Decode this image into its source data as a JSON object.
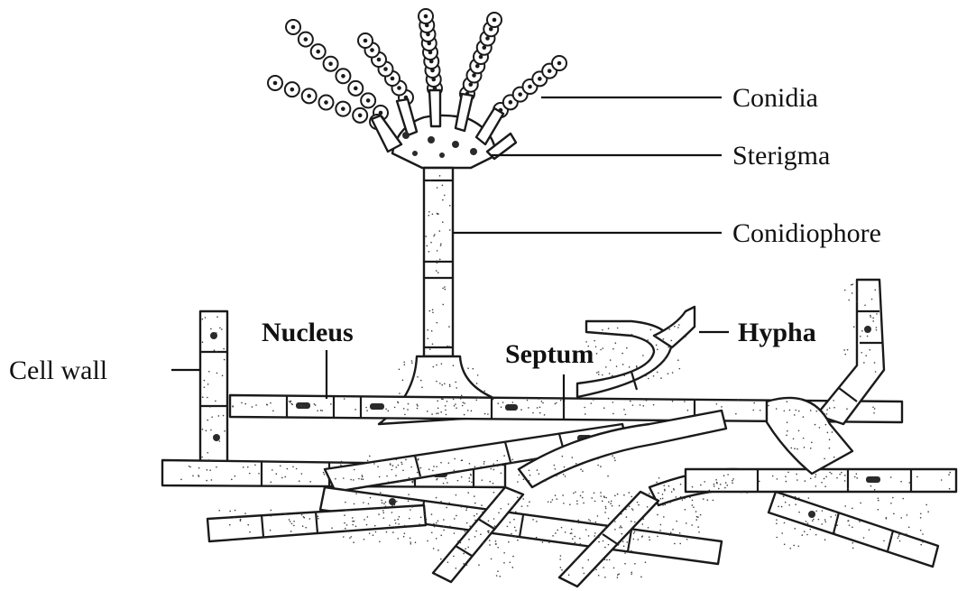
{
  "labels": {
    "conidia": "Conidia",
    "sterigma": "Sterigma",
    "conidiophore": "Conidiophore",
    "hypha": "Hypha",
    "nucleus": "Nucleus",
    "septum": "Septum",
    "cell_wall": "Cell wall"
  }
}
